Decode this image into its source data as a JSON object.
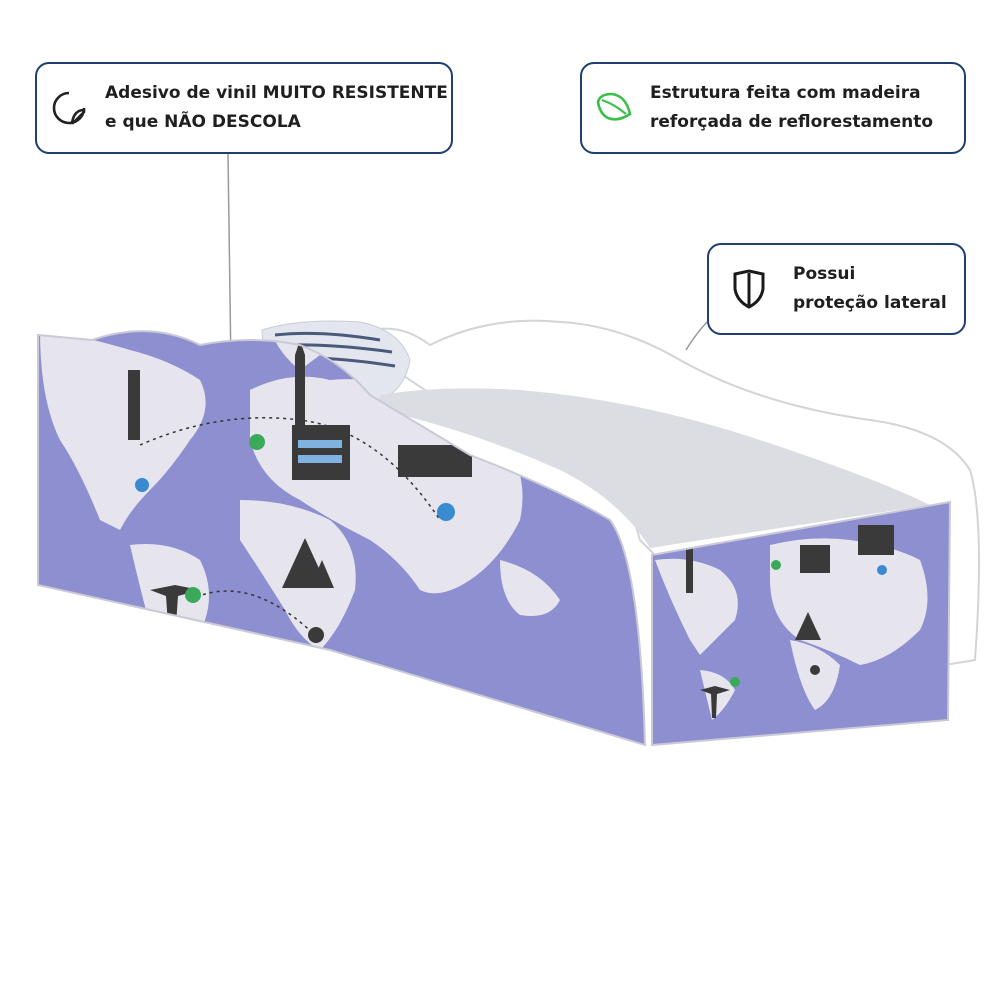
{
  "callouts": {
    "sticker": {
      "icon": "sticker-peel-icon",
      "line1": "Adesivo de vinil MUITO RESISTENTE",
      "line2": "e que NÃO DESCOLA"
    },
    "wood": {
      "icon": "leaf-icon",
      "line1": "Estrutura feita com madeira",
      "line2": "reforçada de reflorestamento"
    },
    "protection": {
      "icon": "shield-icon",
      "line1": "Possui",
      "line2": "proteção lateral"
    }
  },
  "colors": {
    "border": "#1f3f70",
    "leaf": "#3bbf4a",
    "map_ocean": "#8d8fd0",
    "map_land": "#e6e5ee",
    "bed_white": "#ffffff"
  }
}
